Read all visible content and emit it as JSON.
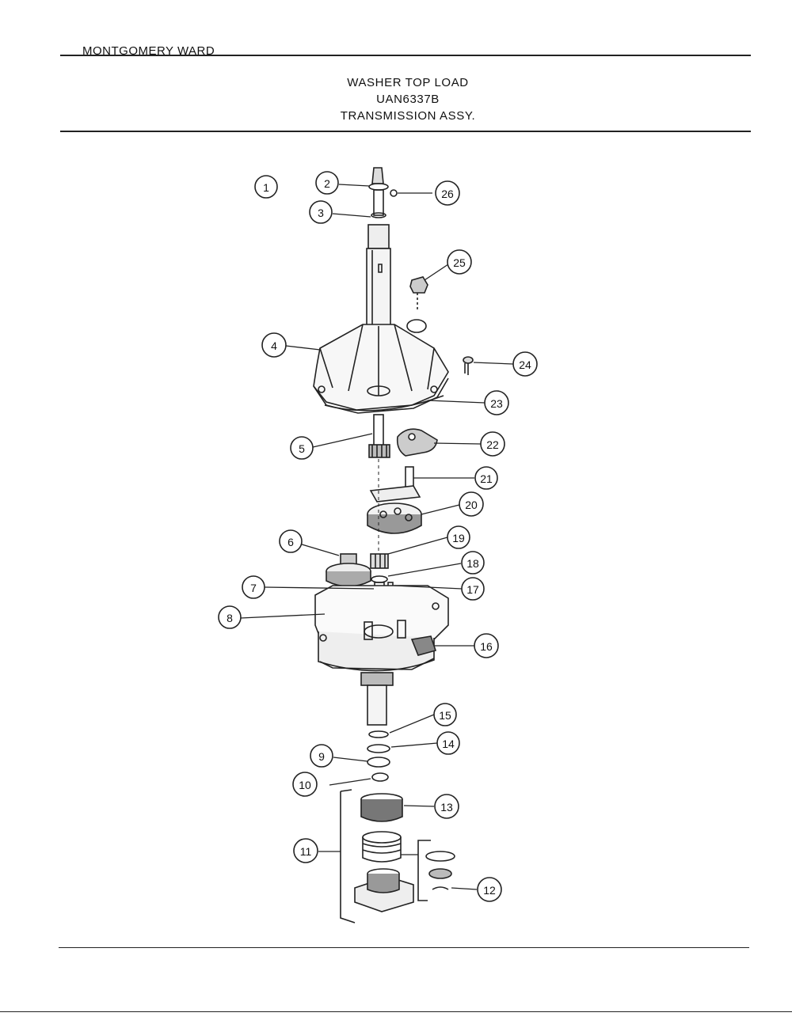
{
  "header": {
    "brand": "MONTGOMERY WARD",
    "title_line1": "WASHER TOP LOAD",
    "title_line2": "UAN6337B",
    "title_line3": "TRANSMISSION ASSY."
  },
  "callouts": [
    {
      "id": "callout-1",
      "label": "1"
    },
    {
      "id": "callout-2",
      "label": "2"
    },
    {
      "id": "callout-3",
      "label": "3"
    },
    {
      "id": "callout-4",
      "label": "4"
    },
    {
      "id": "callout-5",
      "label": "5"
    },
    {
      "id": "callout-6",
      "label": "6"
    },
    {
      "id": "callout-7",
      "label": "7"
    },
    {
      "id": "callout-8",
      "label": "8"
    },
    {
      "id": "callout-9",
      "label": "9"
    },
    {
      "id": "callout-10",
      "label": "10"
    },
    {
      "id": "callout-11",
      "label": "11"
    },
    {
      "id": "callout-12",
      "label": "12"
    },
    {
      "id": "callout-13",
      "label": "13"
    },
    {
      "id": "callout-14",
      "label": "14"
    },
    {
      "id": "callout-15",
      "label": "15"
    },
    {
      "id": "callout-16",
      "label": "16"
    },
    {
      "id": "callout-17",
      "label": "17"
    },
    {
      "id": "callout-18",
      "label": "18"
    },
    {
      "id": "callout-19",
      "label": "19"
    },
    {
      "id": "callout-20",
      "label": "20"
    },
    {
      "id": "callout-21",
      "label": "21"
    },
    {
      "id": "callout-22",
      "label": "22"
    },
    {
      "id": "callout-23",
      "label": "23"
    },
    {
      "id": "callout-24",
      "label": "24"
    },
    {
      "id": "callout-25",
      "label": "25"
    },
    {
      "id": "callout-26",
      "label": "26"
    }
  ]
}
